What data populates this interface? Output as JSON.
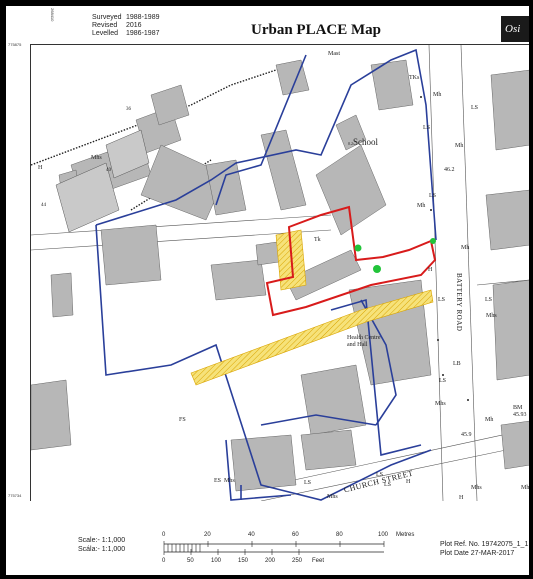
{
  "header": {
    "meta": [
      {
        "key": "Surveyed",
        "value": "1988-1989"
      },
      {
        "key": "Revised",
        "value": "2016"
      },
      {
        "key": "Levelled",
        "value": "1986-1987"
      }
    ],
    "title": "Urban PLACE Map",
    "logo_text": "Osi"
  },
  "grid": {
    "top_left_northing": "775875",
    "bottom_left_northing": "775734",
    "top_easting": "268410"
  },
  "labels": {
    "mast": "Mast",
    "tks_top": "TKs",
    "mh_top": "Mh",
    "ls_top": "LS",
    "ls_right": "LS",
    "school": "School",
    "school_area": "0.2",
    "mh_school": "Mh",
    "mhs": "Mhs",
    "h_left": "H",
    "house_36": "36",
    "house_40": "40",
    "house_44": "44",
    "spot_462": "46.2",
    "ls_mid": "LS",
    "mh_mid": "Mh",
    "tk": "Tk",
    "h_mid": "H",
    "mh_road": "Mh",
    "ls_road": "LS",
    "battery_road": "BATTERY ROAD",
    "ls_east": "LS",
    "mhs_east": "Mhs",
    "health_centre": "Health Centre",
    "and_hall": "and Hall",
    "lb": "LB",
    "ls_lower": "LS",
    "bm": "BM",
    "bm_value": "45.93",
    "mhs_lower": "Mhs",
    "mh_lower": "Mh",
    "spot_459": "45.9",
    "fs": "FS",
    "church_street": "CHURCH STREET",
    "ls_church": "LS",
    "mhs_church": "Mhs",
    "ls_h": "LS",
    "h_church": "H",
    "mhs_church2": "Mhs",
    "mh_church": "Mh",
    "es": "ES",
    "mhs_bottom": "Mhs",
    "ls_bottom": "LS",
    "ls_bottom2": "LS",
    "h_bottom": "H"
  },
  "footer": {
    "scale_en": "Scale:- 1:1,000",
    "scale_ga": "Scála:- 1:1,000",
    "metres_ticks": [
      "0",
      "20",
      "40",
      "60",
      "80",
      "100"
    ],
    "metres_unit": "Metres",
    "feet_ticks": [
      "0",
      "50",
      "100",
      "150",
      "200",
      "250"
    ],
    "feet_unit": "Feet",
    "plot_ref": "Plot Ref. No. 19742075_1_1",
    "plot_date": "Plot Date 27-MAR-2017"
  },
  "colors": {
    "site_boundary": "#d81b1b",
    "ownership_boundary": "#2a3f9a",
    "access_hatch": "#f2d64b",
    "marker": "#22c43a",
    "building": "#b7b7b7"
  }
}
